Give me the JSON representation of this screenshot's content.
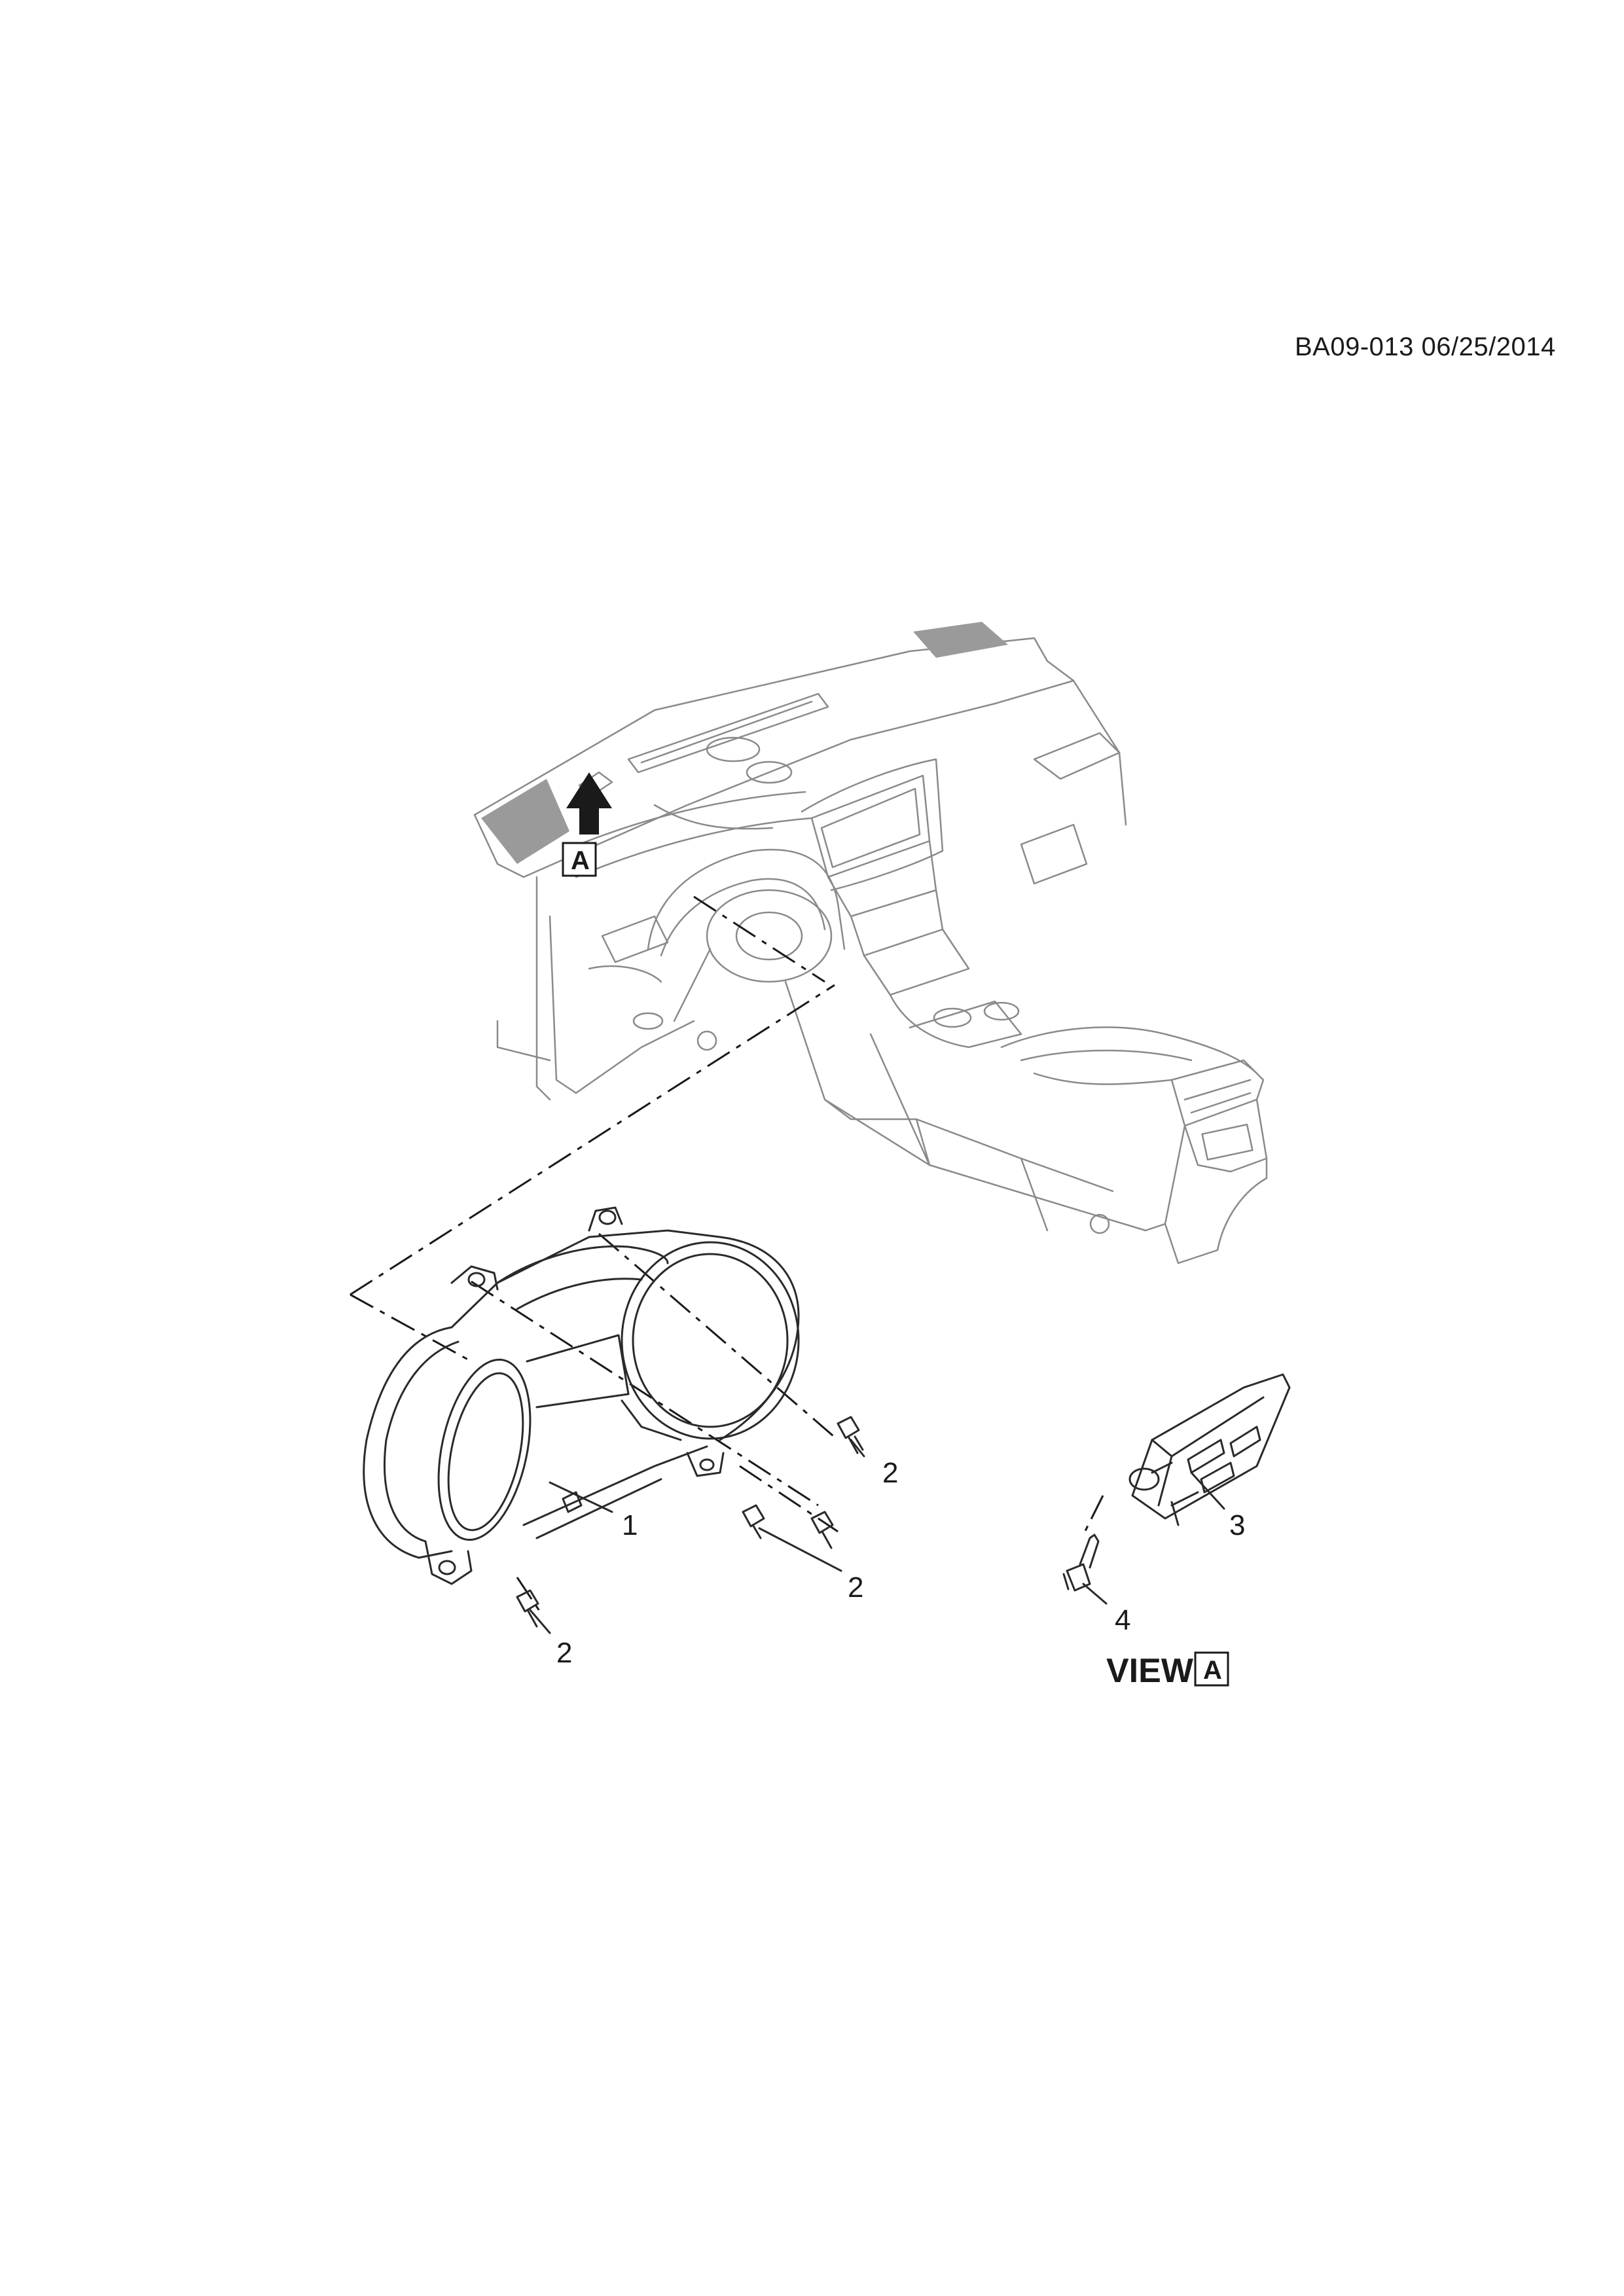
{
  "reference_code": "BA09-013 06/25/2014",
  "view_marker": "A",
  "view_title": "VIEW",
  "callouts": [
    {
      "id": "callout-1",
      "label": "1"
    },
    {
      "id": "callout-2-upper",
      "label": "2"
    },
    {
      "id": "callout-2-middle",
      "label": "2"
    },
    {
      "id": "callout-2-lower",
      "label": "2"
    },
    {
      "id": "callout-3",
      "label": "3"
    },
    {
      "id": "callout-4",
      "label": "4"
    }
  ]
}
